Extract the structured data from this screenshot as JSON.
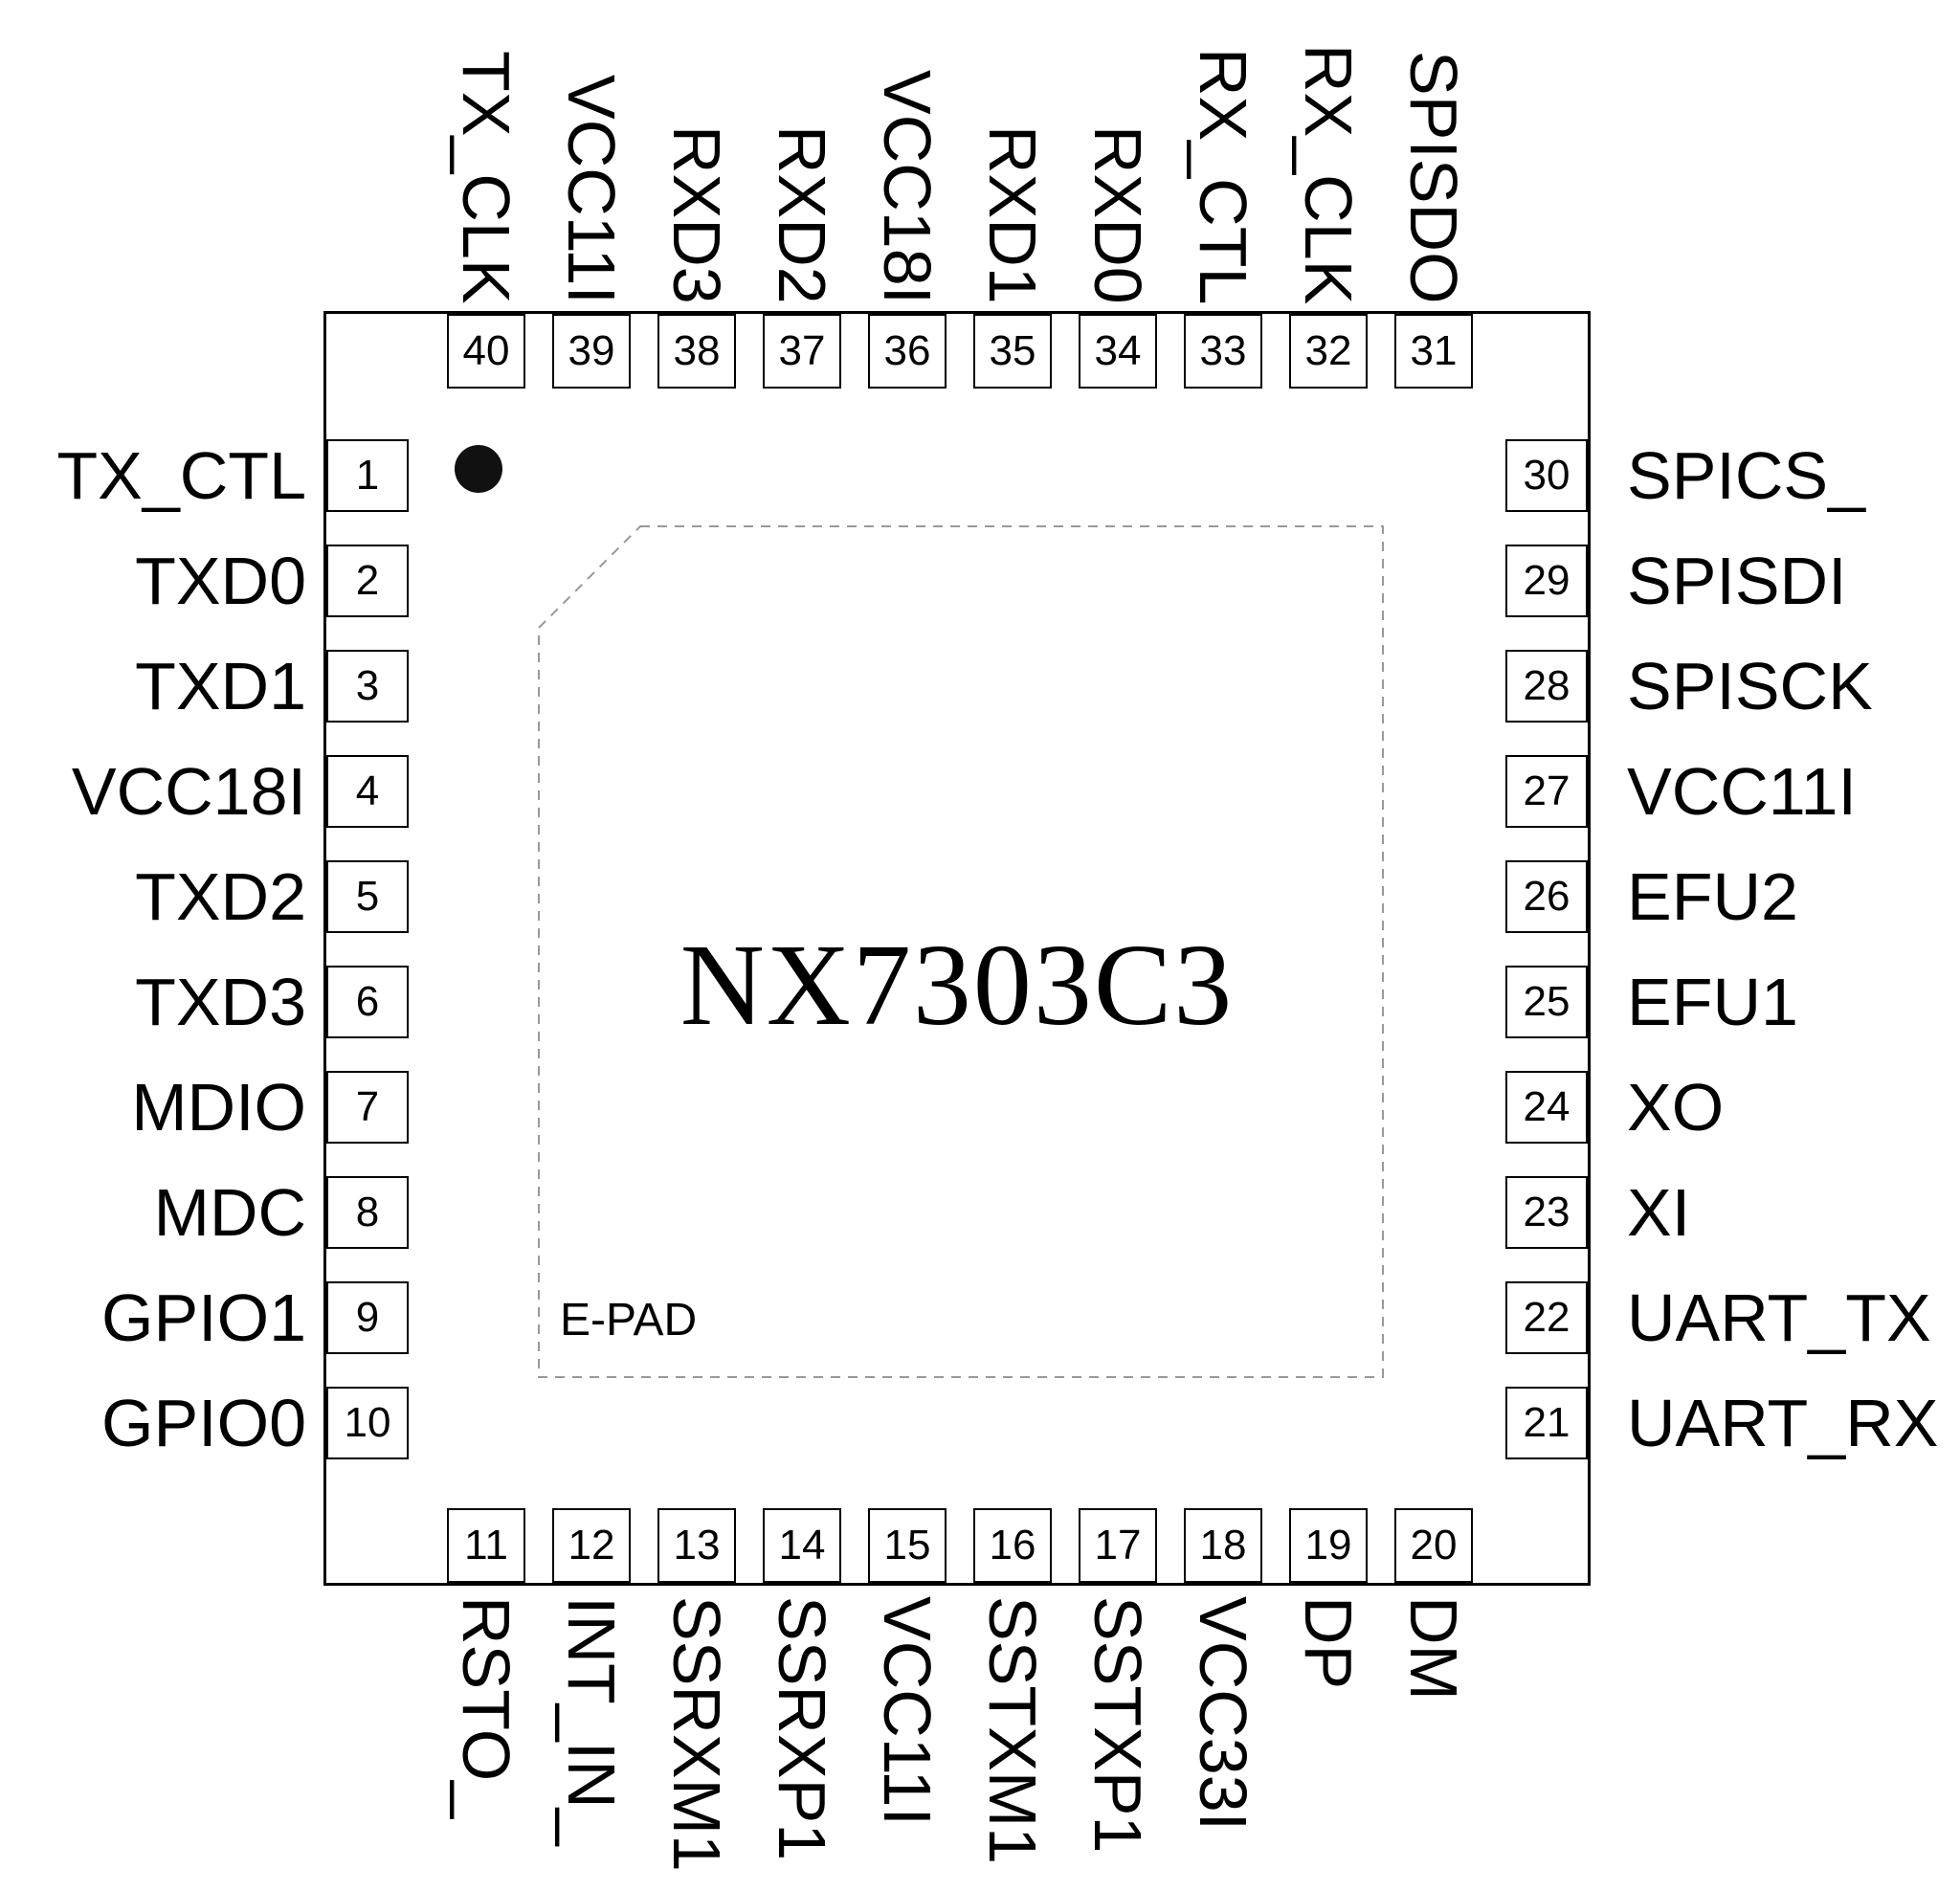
{
  "chip": {
    "title": "NX7303C3",
    "epad_label": "E-PAD"
  },
  "colors": {
    "line": "#000000",
    "dashed_outline": "#999999",
    "background": "#ffffff"
  },
  "pins": {
    "left": [
      {
        "num": "1",
        "label": "TX_CTL"
      },
      {
        "num": "2",
        "label": "TXD0"
      },
      {
        "num": "3",
        "label": "TXD1"
      },
      {
        "num": "4",
        "label": "VCC18I"
      },
      {
        "num": "5",
        "label": "TXD2"
      },
      {
        "num": "6",
        "label": "TXD3"
      },
      {
        "num": "7",
        "label": "MDIO"
      },
      {
        "num": "8",
        "label": "MDC"
      },
      {
        "num": "9",
        "label": "GPIO1"
      },
      {
        "num": "10",
        "label": "GPIO0"
      }
    ],
    "top": [
      {
        "num": "40",
        "label": "TX_CLK"
      },
      {
        "num": "39",
        "label": "VCC11I"
      },
      {
        "num": "38",
        "label": "RXD3"
      },
      {
        "num": "37",
        "label": "RXD2"
      },
      {
        "num": "36",
        "label": "VCC18I"
      },
      {
        "num": "35",
        "label": "RXD1"
      },
      {
        "num": "34",
        "label": "RXD0"
      },
      {
        "num": "33",
        "label": "RX_CTL"
      },
      {
        "num": "32",
        "label": "RX_CLK"
      },
      {
        "num": "31",
        "label": "SPISDO"
      }
    ],
    "right": [
      {
        "num": "30",
        "label": "SPICS_"
      },
      {
        "num": "29",
        "label": "SPISDI"
      },
      {
        "num": "28",
        "label": "SPISCK"
      },
      {
        "num": "27",
        "label": "VCC11I"
      },
      {
        "num": "26",
        "label": "EFU2"
      },
      {
        "num": "25",
        "label": "EFU1"
      },
      {
        "num": "24",
        "label": "XO"
      },
      {
        "num": "23",
        "label": "XI"
      },
      {
        "num": "22",
        "label": "UART_TX"
      },
      {
        "num": "21",
        "label": "UART_RX"
      }
    ],
    "bottom": [
      {
        "num": "11",
        "label": "RSTO_"
      },
      {
        "num": "12",
        "label": "INT_IN_"
      },
      {
        "num": "13",
        "label": "SSRXM1"
      },
      {
        "num": "14",
        "label": "SSRXP1"
      },
      {
        "num": "15",
        "label": "VCC11I"
      },
      {
        "num": "16",
        "label": "SSTXM1"
      },
      {
        "num": "17",
        "label": "SSTXP1"
      },
      {
        "num": "18",
        "label": "VCC33I"
      },
      {
        "num": "19",
        "label": "DP"
      },
      {
        "num": "20",
        "label": "DM"
      }
    ]
  }
}
